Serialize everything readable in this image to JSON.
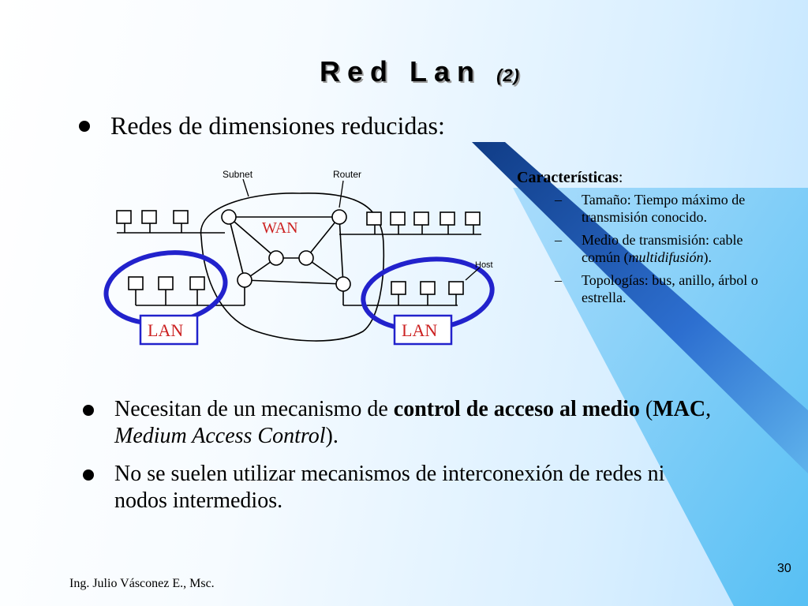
{
  "slide": {
    "title_main": "Red Lan",
    "title_sub": "(2)",
    "bullet1": "Redes de dimensiones reducidas:",
    "diagram": {
      "label_subnet": "Subnet",
      "label_router": "Router",
      "label_host": "Host",
      "label_wan": "WAN",
      "label_lan_left": "LAN",
      "label_lan_right": "LAN"
    },
    "characteristics": {
      "heading": "Características",
      "heading_colon": ":",
      "items": [
        {
          "dash": "–",
          "text": "Tamaño: Tiempo máximo de transmisión conocido."
        },
        {
          "dash": "–",
          "text_before": "Medio de transmisión: cable común (",
          "text_italic": "multidifusión",
          "text_after": ")."
        },
        {
          "dash": "–",
          "text": "Topologías: bus, anillo, árbol o estrella."
        }
      ]
    },
    "bullet2": {
      "part1": "Necesitan de un mecanismo de ",
      "bold1": "control de acceso al medio",
      "part2": " (",
      "bold2": "MAC",
      "part3": ", ",
      "italic": "Medium Access Control",
      "part4": ")."
    },
    "bullet3": "No se suelen utilizar mecanismos de interconexión de redes ni nodos intermedios.",
    "footer_author": "Ing. Julio Vásconez E., Msc.",
    "page_number": "30"
  },
  "colors": {
    "accent_blue": "#1d63c8",
    "lan_blue": "#2222cc",
    "wan_red": "#cc2222",
    "bg_light": "#e6f4ff",
    "bg_blue": "#5ec4f5"
  }
}
